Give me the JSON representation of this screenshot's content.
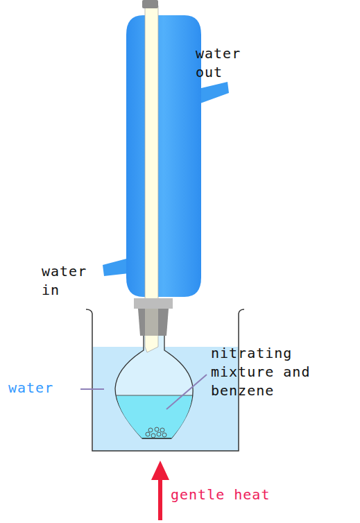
{
  "diagram": {
    "labels": [
      "water out",
      "water in",
      "water",
      "nitrating mixture and benzene",
      "gentle heat"
    ]
  }
}
